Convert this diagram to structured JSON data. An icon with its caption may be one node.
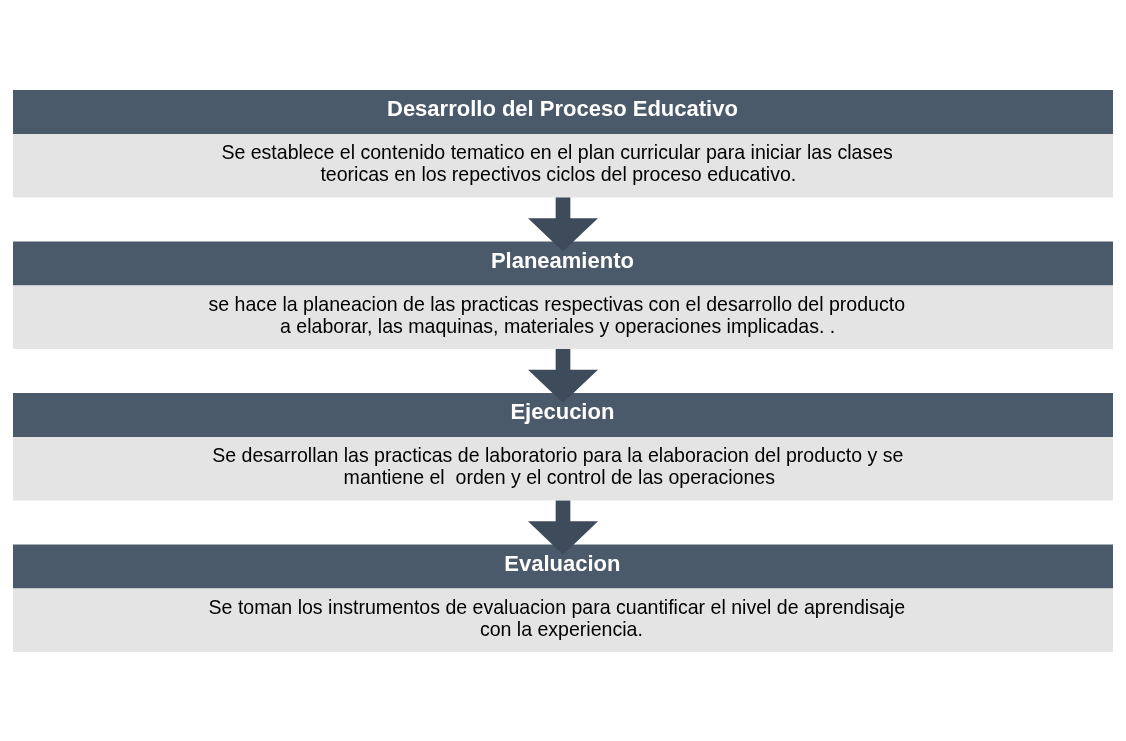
{
  "diagram": {
    "nodes": [
      {
        "text": [
          "Desarrollo del Proceso Educativo",
          "Se establece el contenido tematico en el plan curricular para iniciar las clases teoricas en los repectivos ciclos del proceso educativo."
        ]
      },
      {
        "text": [
          "Planeamiento",
          "se hace la planeacion de las practicas respectivas con el desarrollo del producto a elaborar, las maquinas, materiales y operaciones implicadas. ."
        ]
      },
      {
        "text": [
          "Ejecucion",
          "Se desarrollan las practicas de laboratorio para la elaboracion del producto y se mantiene el  orden y el control de las operaciones"
        ]
      },
      {
        "text": [
          "Evaluacion",
          "Se toman los instrumentos de evaluacion para cuantificar el nivel de aprendisaje con la experiencia."
        ]
      }
    ],
    "edges": [
      {
        "from": 0,
        "to": 1,
        "arrow": "to"
      },
      {
        "from": 1,
        "to": 2,
        "arrow": "to"
      },
      {
        "from": 2,
        "to": 3,
        "arrow": "to"
      }
    ]
  }
}
